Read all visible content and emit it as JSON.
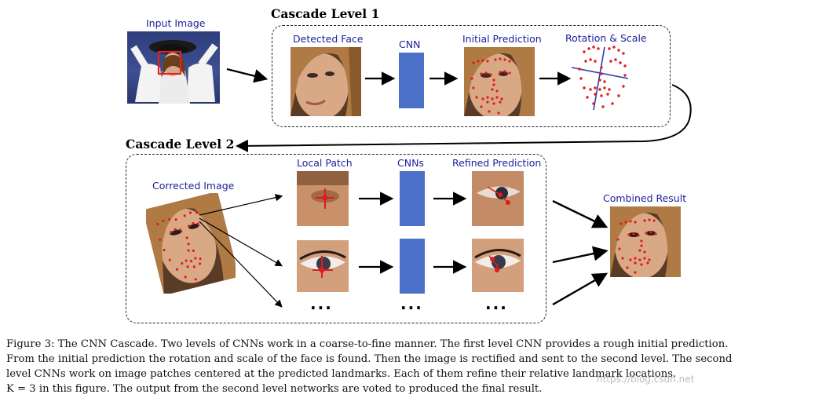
{
  "labels": {
    "input_image": "Input Image",
    "cascade_level_1": "Cascade Level 1",
    "detected_face": "Detected Face",
    "cnn": "CNN",
    "initial_prediction": "Initial Prediction",
    "rotation_scale": "Rotation & Scale",
    "cascade_level_2": "Cascade Level 2",
    "corrected_image": "Corrected Image",
    "local_patch": "Local Patch",
    "cnns": "CNNs",
    "refined_prediction": "Refined Prediction",
    "combined_result": "Combined Result",
    "ellipsis": "···"
  },
  "caption": {
    "line1": "Figure 3: The CNN Cascade. Two levels of CNNs work in a coarse-to-fine manner. The first level CNN provides a rough initial prediction.",
    "line2": "From the initial prediction the rotation and scale of the face is found. Then the image is rectified and sent to the second level. The second",
    "line3": "level CNNs work on image patches centered at the predicted landmarks. Each of them refine their relative landmark locations.",
    "line4": "K = 3 in this figure. The output from the second level networks are voted to produced the final result."
  },
  "watermark": "https://blog.csdn.net",
  "colors": {
    "label_blue": "#1d1d9a",
    "cnn_blue": "#4a70c8",
    "landmark_red": "#e21b1b",
    "axis_blue": "#2b3fa8"
  }
}
